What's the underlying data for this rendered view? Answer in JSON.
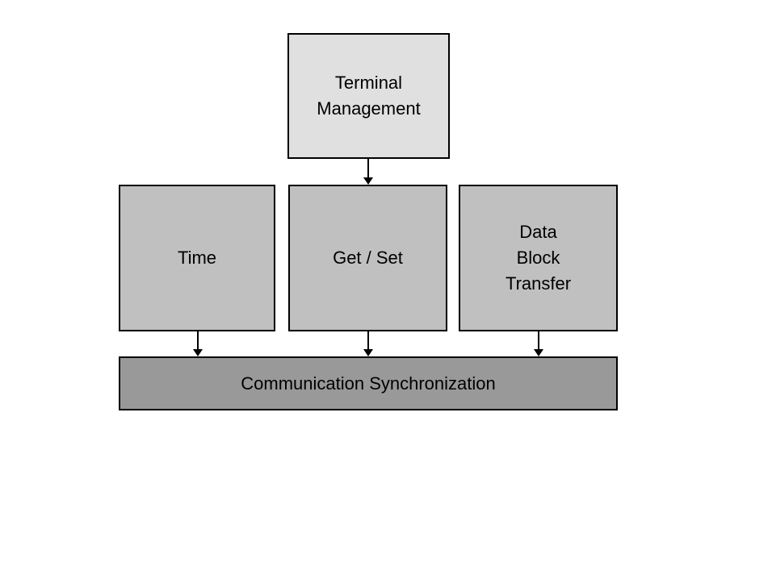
{
  "diagram": {
    "type": "block-diagram",
    "background": "#ffffff",
    "nodes": {
      "terminal_management": {
        "label": "Terminal\nManagement"
      },
      "time": {
        "label": "Time"
      },
      "get_set": {
        "label": "Get / Set"
      },
      "data_block_transfer": {
        "label": "Data\nBlock\nTransfer"
      },
      "communication_synchronization": {
        "label": "Communication Synchronization"
      }
    },
    "edges": [
      {
        "from": "terminal_management",
        "to": "get_set",
        "direction": "down"
      },
      {
        "from": "time",
        "to": "communication_synchronization",
        "direction": "down"
      },
      {
        "from": "get_set",
        "to": "communication_synchronization",
        "direction": "down"
      },
      {
        "from": "data_block_transfer",
        "to": "communication_synchronization",
        "direction": "down"
      }
    ],
    "colors": {
      "top_box_fill": "#e0e0e0",
      "mid_box_fill": "#c0c0c0",
      "bar_fill": "#999999",
      "border": "#000000",
      "arrow": "#000000",
      "text": "#000000"
    }
  }
}
